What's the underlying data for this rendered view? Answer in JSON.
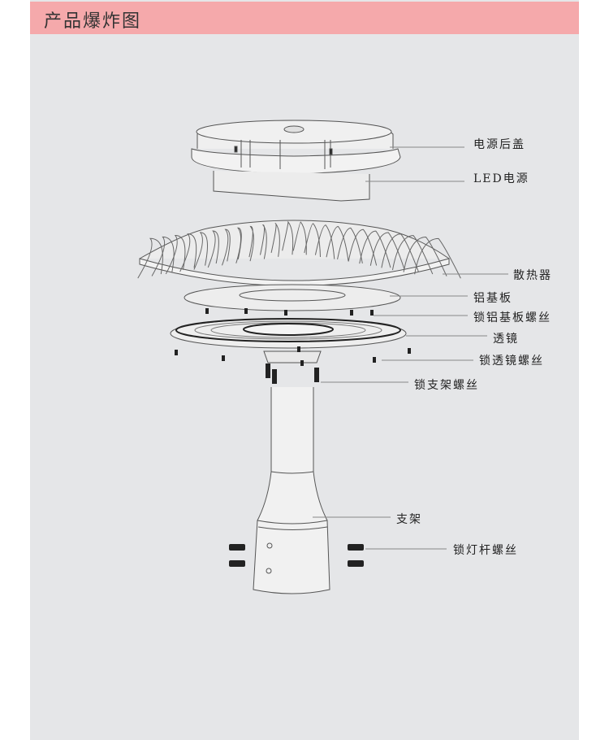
{
  "header": {
    "title": "产品爆炸图"
  },
  "labels": {
    "rear_cover": "电源后盖",
    "led_driver": "LED电源",
    "heat_sink": "散热器",
    "aluminum_board": "铝基板",
    "aluminum_board_screws": "锁铝基板螺丝",
    "lens": "透镜",
    "lens_screws": "锁透镜螺丝",
    "bracket_screws": "锁支架螺丝",
    "bracket": "支架",
    "pole_screws": "锁灯杆螺丝"
  }
}
